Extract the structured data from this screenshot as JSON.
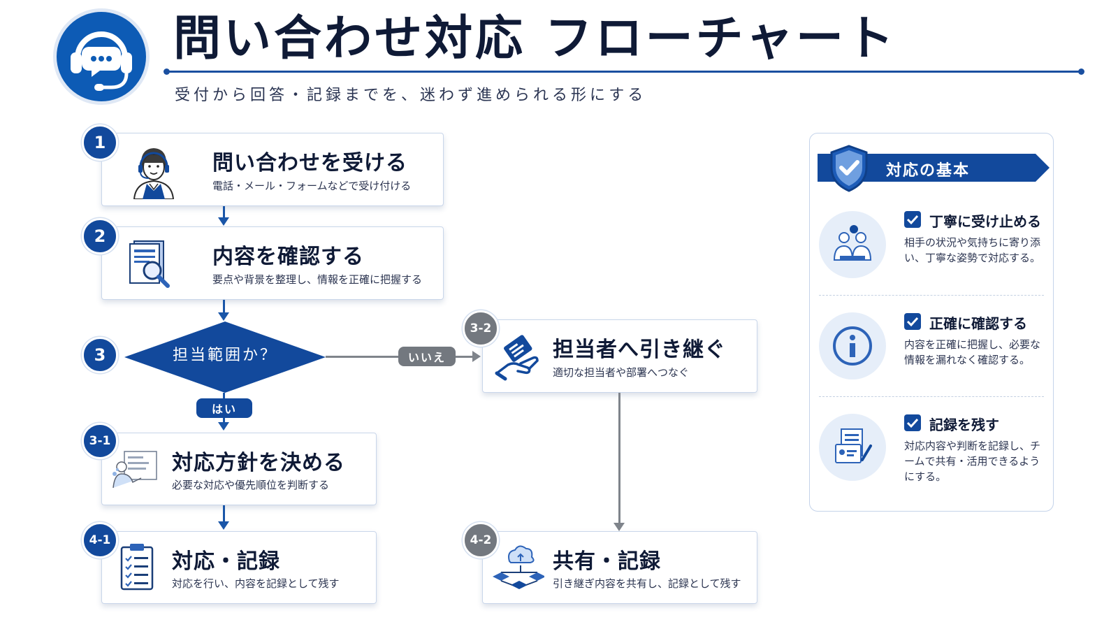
{
  "header": {
    "title": "問い合わせ対応 フローチャート",
    "subtitle": "受付から回答・記録までを、迷わず進められる形にする",
    "logo_icon": "headset-chat-icon"
  },
  "colors": {
    "primary": "#12499c",
    "secondary_gray": "#73787f",
    "panel_tint": "#e6eef9"
  },
  "steps": {
    "s1": {
      "badge": "1",
      "title": "問い合わせを受ける",
      "desc": "電話・メール・フォームなどで受け付ける",
      "icon": "operator-person-icon"
    },
    "s2": {
      "badge": "2",
      "title": "内容を確認する",
      "desc": "要点や背景を整理し、情報を正確に把握する",
      "icon": "document-magnifier-icon"
    },
    "s3": {
      "badge": "3",
      "question": "担当範囲か？",
      "yes": "はい",
      "no": "いいえ"
    },
    "s31": {
      "badge": "3-1",
      "title": "対応方針を決める",
      "desc": "必要な対応や優先順位を判断する",
      "icon": "planning-board-icon"
    },
    "s32": {
      "badge": "3-2",
      "title": "担当者へ引き継ぐ",
      "desc": "適切な担当者や部署へつなぐ",
      "icon": "hand-handoff-icon"
    },
    "s41": {
      "badge": "4-1",
      "title": "対応・記録",
      "desc": "対応を行い、内容を記録として残す",
      "icon": "clipboard-checklist-icon"
    },
    "s42": {
      "badge": "4-2",
      "title": "共有・記録",
      "desc": "引き継ぎ内容を共有し、記録として残す",
      "icon": "cloud-share-network-icon"
    }
  },
  "panel": {
    "title": "対応の基本",
    "icon": "shield-check-icon",
    "tips": [
      {
        "title": "丁寧に受け止める",
        "desc": "相手の状況や気持ちに寄り添い、丁寧な姿勢で対応する。",
        "icon": "people-conversation-icon"
      },
      {
        "title": "正確に確認する",
        "desc": "内容を正確に把握し、必要な情報を漏れなく確認する。",
        "icon": "info-icon"
      },
      {
        "title": "記録を残す",
        "desc": "対応内容や判断を記録し、チームで共有・活用できるようにする。",
        "icon": "records-document-icon"
      }
    ]
  }
}
